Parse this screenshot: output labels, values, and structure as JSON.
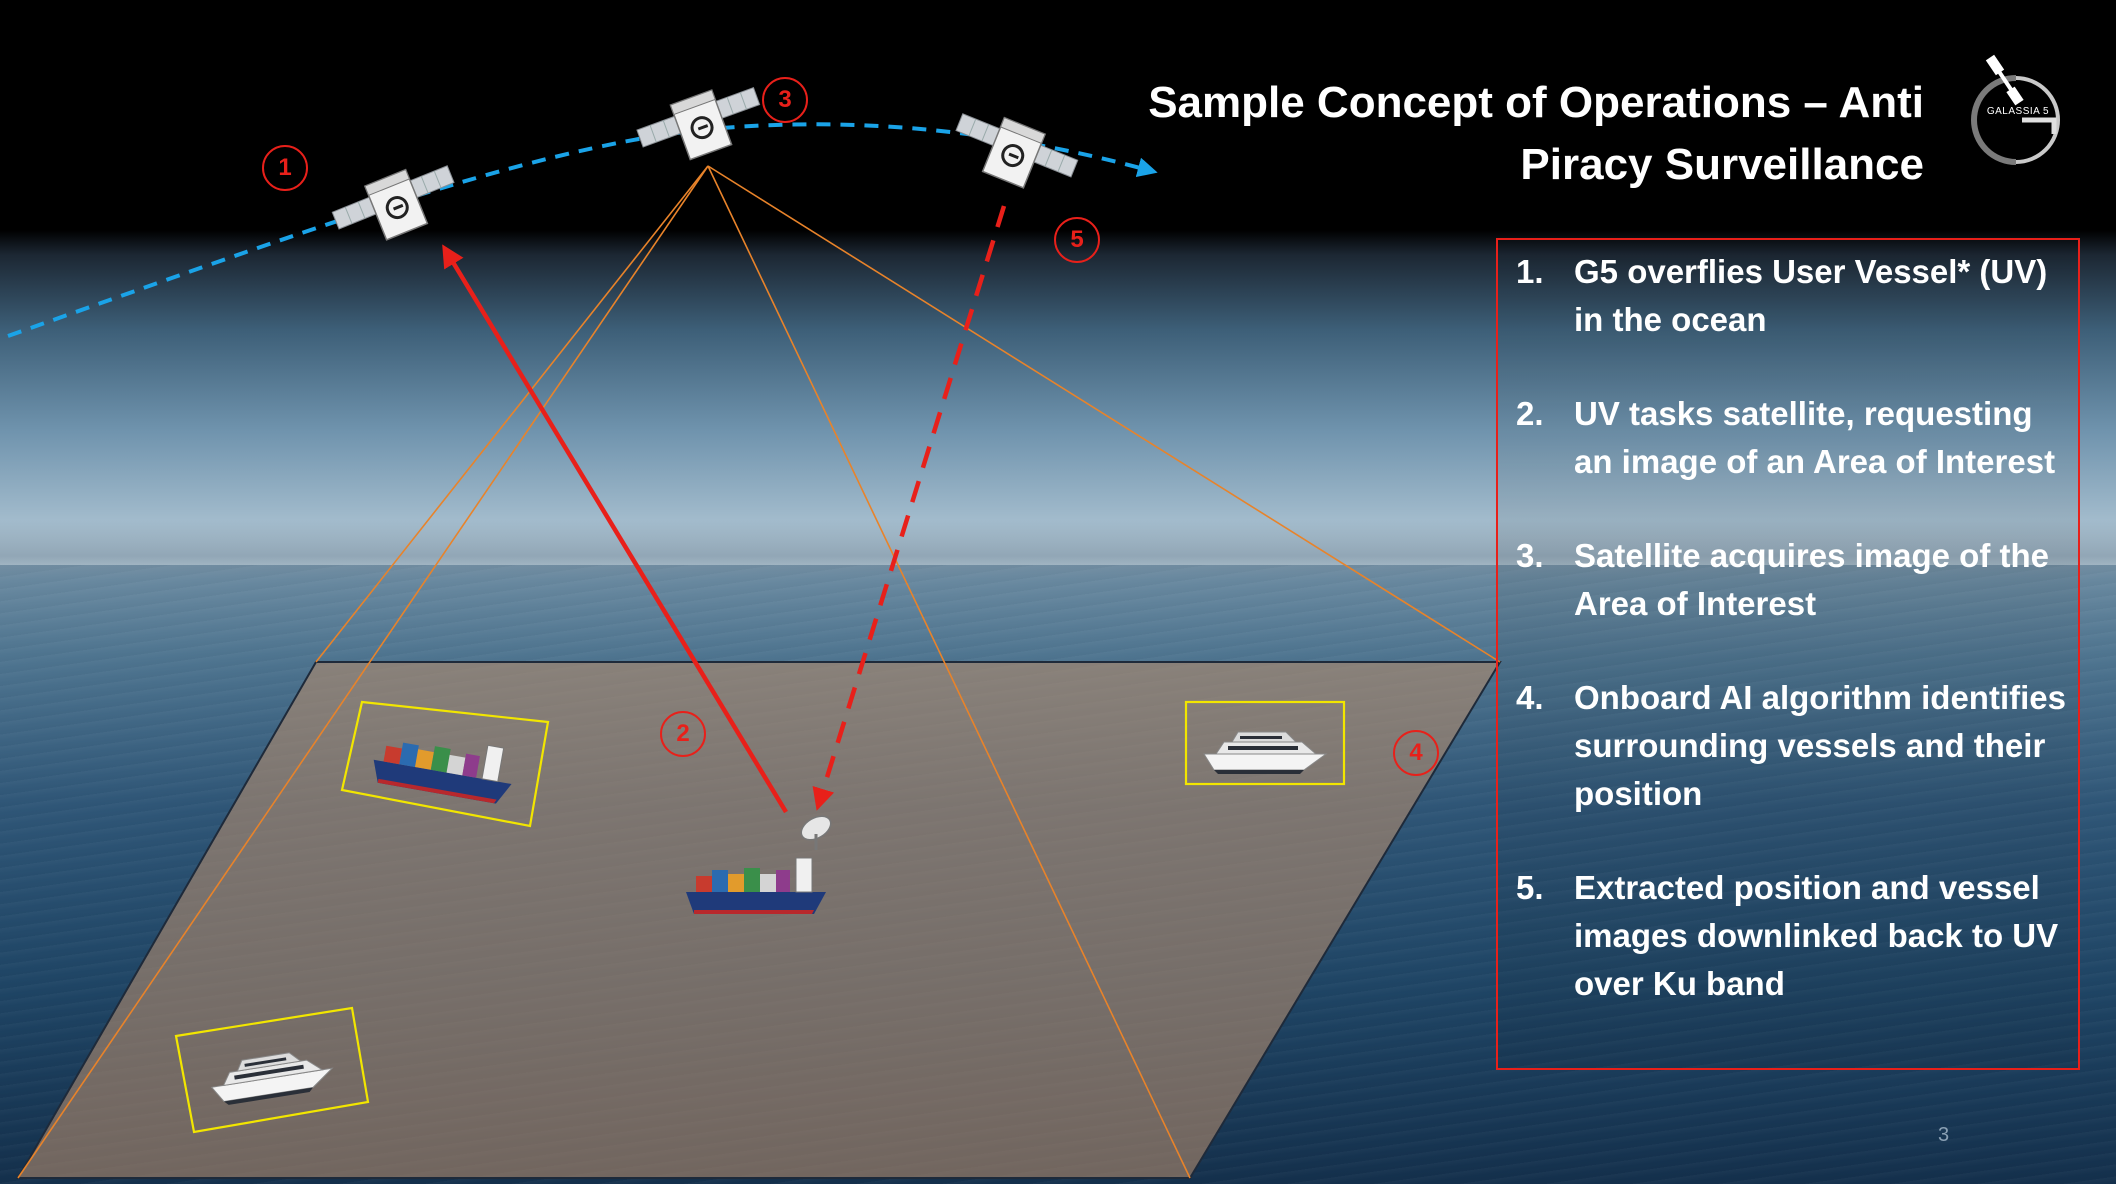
{
  "title": {
    "line1": "Sample Concept of Operations – Anti",
    "line2": "Piracy Surveillance"
  },
  "logo": {
    "icon": "galassia-logo-icon",
    "text": "GALASSIA 5"
  },
  "steps": [
    {
      "num": "1.",
      "text": "G5 overflies User Vessel* (UV) in the ocean"
    },
    {
      "num": "2.",
      "text": "UV tasks satellite, requesting an image of an Area of Interest"
    },
    {
      "num": "3.",
      "text": "Satellite acquires image of the Area of Interest"
    },
    {
      "num": "4.",
      "text": "Onboard AI algorithm identifies surrounding vessels and their position"
    },
    {
      "num": "5.",
      "text": "Extracted position and vessel images downlinked back to UV over Ku band"
    }
  ],
  "badges": [
    "1",
    "2",
    "3",
    "4",
    "5"
  ],
  "page_number": "3",
  "colors": {
    "accent_red": "#e8201a",
    "orbit_blue": "#1aa3e8",
    "detection_yellow": "#f2e600",
    "footprint_orange": "#e8832a"
  },
  "icons": [
    "satellite-icon",
    "cargo-ship-icon",
    "yacht-icon",
    "satellite-dish-icon"
  ]
}
